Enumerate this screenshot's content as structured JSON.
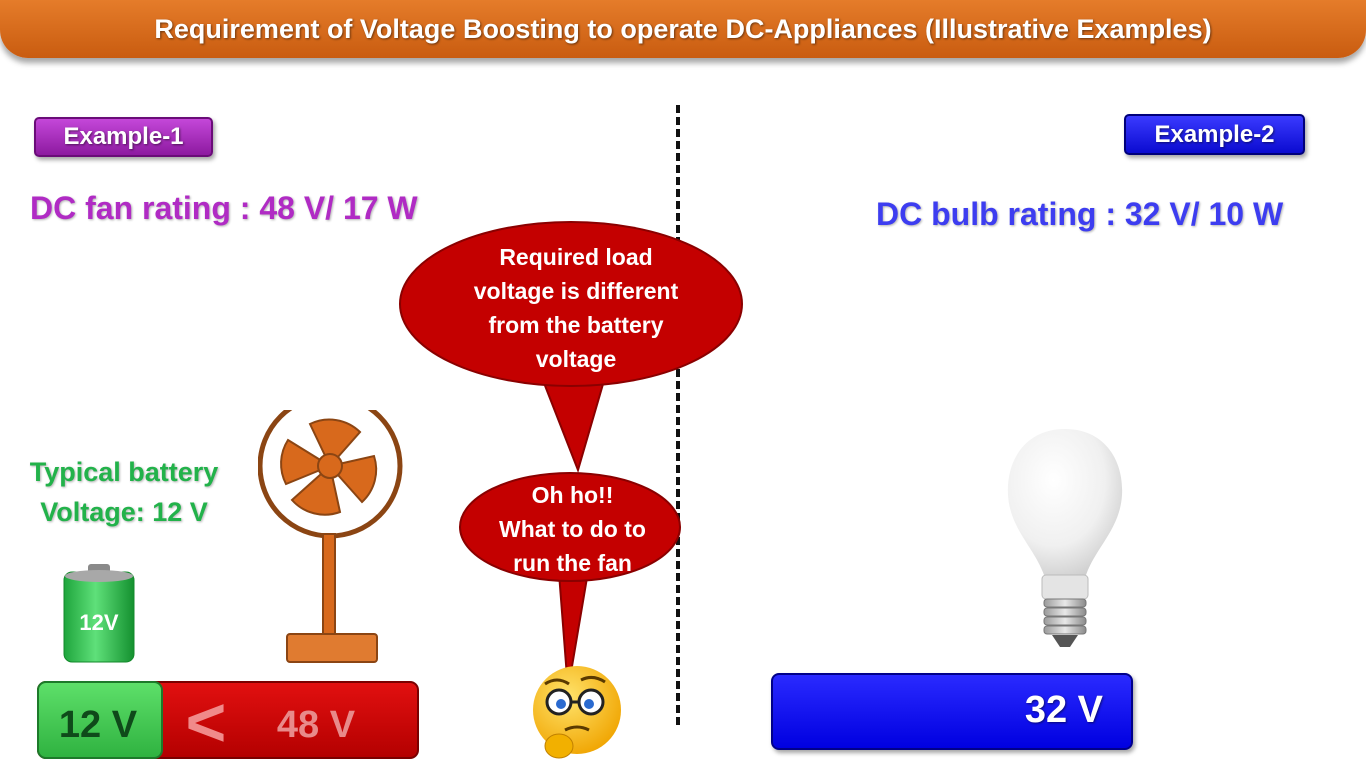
{
  "title": "Requirement of Voltage Boosting to operate DC-Appliances (Illustrative Examples)",
  "example1": {
    "tag": "Example-1",
    "rating": "DC fan rating : 48 V/ 17 W",
    "battery_text_line1": "Typical battery",
    "battery_text_line2": "Voltage: 12 V",
    "battery_label": "12V",
    "comparison": {
      "left": "12 V",
      "symbol": "<",
      "right": "48 V"
    }
  },
  "example2": {
    "tag": "Example-2",
    "rating": "DC bulb rating : 32 V/ 10 W",
    "bar_label": "32 V"
  },
  "bubble1": [
    "Required load",
    "voltage is different",
    "from the battery",
    "voltage"
  ],
  "bubble2": [
    "Oh ho!!",
    "What to do to",
    "run the fan"
  ],
  "colors": {
    "title_bar": "#d8691c",
    "example1_accent": "#b02bc4",
    "example2_accent": "#3d3df0",
    "battery_green": "#22b24a",
    "bubble_red": "#c40000",
    "fan_orange": "#d8691c"
  },
  "icons": [
    "fan-icon",
    "battery-icon",
    "thinking-emoji-icon",
    "light-bulb-icon"
  ]
}
